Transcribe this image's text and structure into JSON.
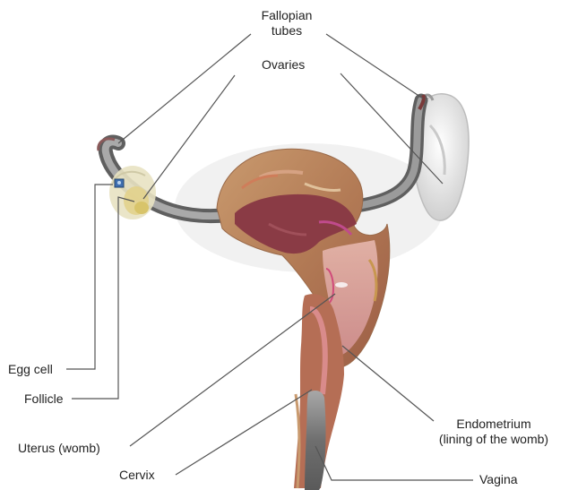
{
  "labels": {
    "fallopian_tubes_1": "Fallopian",
    "fallopian_tubes_2": "tubes",
    "ovaries": "Ovaries",
    "egg_cell": "Egg cell",
    "follicle": "Follicle",
    "uterus": "Uterus (womb)",
    "cervix": "Cervix",
    "endometrium_1": "Endometrium",
    "endometrium_2": "(lining of the womb)",
    "vagina": "Vagina"
  },
  "colors": {
    "line": "#555555",
    "tube_gray": "#7d7d7d",
    "uterus_outer": "#b9825b",
    "uterus_inner": "#8f3b46",
    "endometrium": "#d8a3a3",
    "vagina_gray": "#8a8a8a",
    "follicle_yellow": "#e9dca0"
  }
}
